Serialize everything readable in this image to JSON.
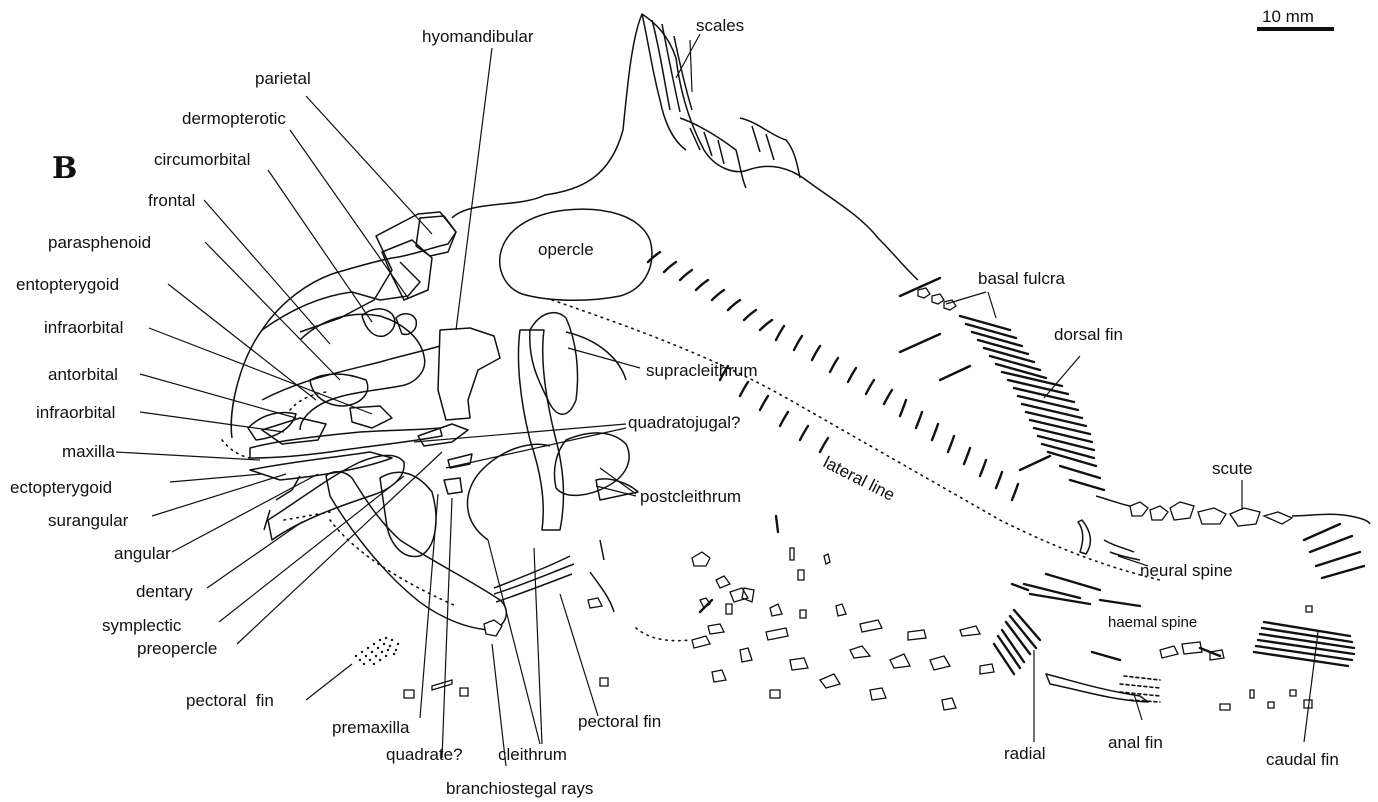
{
  "panel_label": "B",
  "scale_bar": {
    "label": "10 mm"
  },
  "labels": {
    "hyomandibular": "hyomandibular",
    "scales": "scales",
    "parietal": "parietal",
    "dermopterotic": "dermopterotic",
    "circumorbital": "circumorbital",
    "frontal": "frontal",
    "parasphenoid": "parasphenoid",
    "entopterygoid": "entopterygoid",
    "infraorbital_1": "infraorbital",
    "antorbital": "antorbital",
    "infraorbital_2": "infraorbital",
    "maxilla": "maxilla",
    "ectopterygoid": "ectopterygoid",
    "surangular": "surangular",
    "angular": "angular",
    "dentary": "dentary",
    "symplectic": "symplectic",
    "preopercle": "preopercle",
    "pectoral_fin_left": "pectoral  fin",
    "premaxilla": "premaxilla",
    "quadrate": "quadrate?",
    "branchiostegal_rays": "branchiostegal rays",
    "cleithrum": "cleithrum",
    "pectoral_fin": "pectoral fin",
    "opercle": "opercle",
    "supracleithrum": "supracleithrum",
    "quadratojugal": "quadratojugal?",
    "postcleithrum": "postcleithrum",
    "lateral_line": "lateral line",
    "basal_fulcra": "basal fulcra",
    "dorsal_fin": "dorsal fin",
    "scute": "scute",
    "neural_spine": "neural spine",
    "haemal_spine": "haemal spine",
    "radial": "radial",
    "anal_fin": "anal fin",
    "caudal_fin": "caudal fin"
  }
}
